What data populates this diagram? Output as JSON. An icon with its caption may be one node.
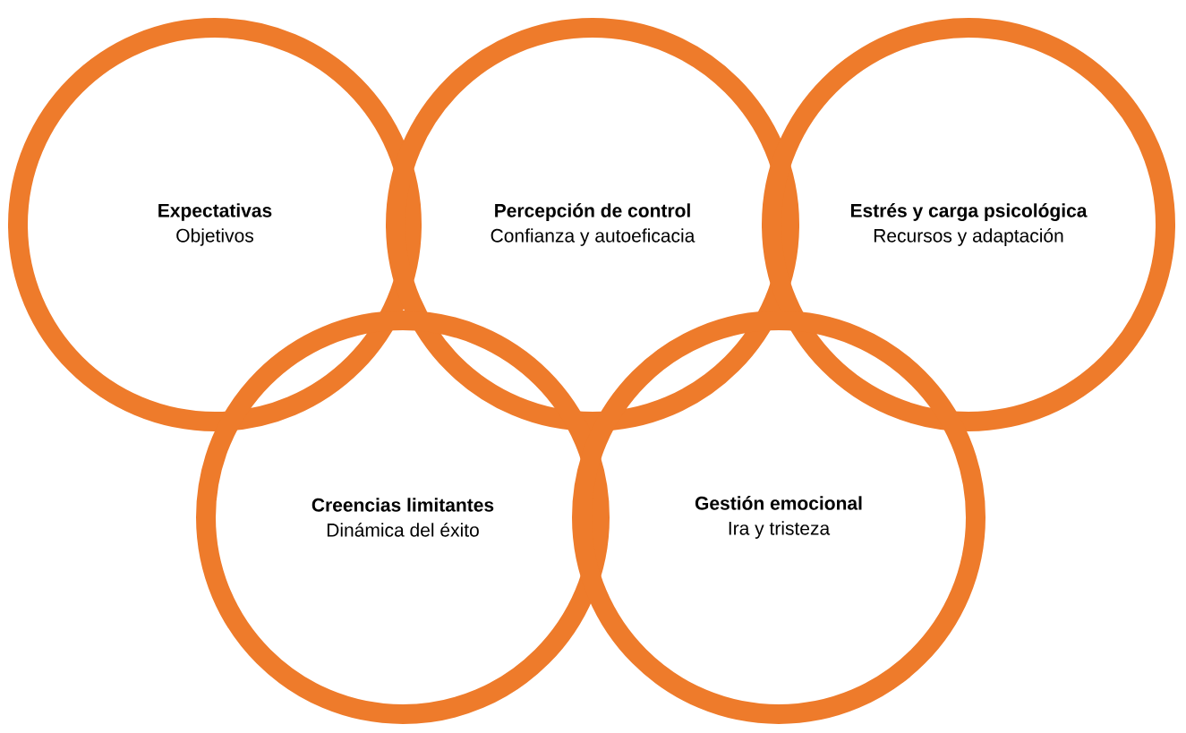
{
  "diagram": {
    "nodes": [
      {
        "text": [
          "Expectativas",
          "Objetivos"
        ]
      },
      {
        "text": [
          "Percepción de control",
          "Confianza y autoeficacia"
        ]
      },
      {
        "text": [
          "Estrés y carga psicológica",
          "Recursos y adaptación"
        ]
      },
      {
        "text": [
          "Creencias limitantes",
          "Dinámica del éxito"
        ]
      },
      {
        "text": [
          "Gestión emocional",
          "Ira y tristeza"
        ]
      }
    ]
  }
}
